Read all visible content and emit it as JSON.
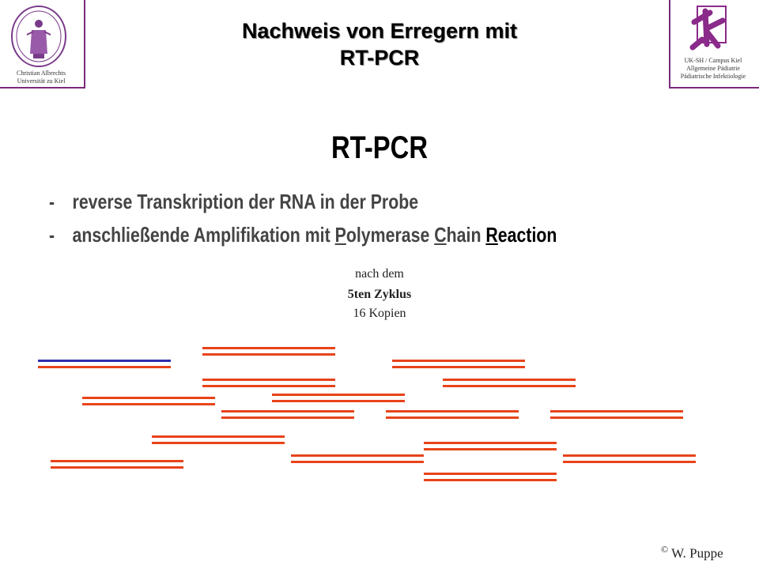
{
  "header": {
    "title_line1": "Nachweis von Erregern mit",
    "title_line2": "RT-PCR",
    "left_logo_line1": "Christian Albrechts",
    "left_logo_line2": "Universität zu Kiel",
    "right_logo_line1": "UK-SH / Campus Kiel",
    "right_logo_line2": "Allgemeine Pädiatrie",
    "right_logo_line3": "Pädiatrische Infektiologie"
  },
  "slide": {
    "title": "RT-PCR",
    "bullet1_dash": "-",
    "bullet1_text": "reverse Transkription der RNA in der Probe",
    "bullet2_dash": "-",
    "bullet2_a": "anschließende Amplifikation mit ",
    "bullet2_p": "P",
    "bullet2_b": "olymerase ",
    "bullet2_c": "C",
    "bullet2_d": "hain ",
    "bullet2_r": "R",
    "bullet2_e": "eaction",
    "note_line1": "nach dem",
    "note_line2": "5ten Zyklus",
    "note_line3": "16 Kopien"
  },
  "footer": {
    "copyright_symbol": "©",
    "author": "W. Puppe"
  },
  "colors": {
    "frame": "#7a2a7a",
    "dna_strand": "#e8431a",
    "rna_strand": "#2e2eb0",
    "logo_purple": "#8a2a8a"
  }
}
